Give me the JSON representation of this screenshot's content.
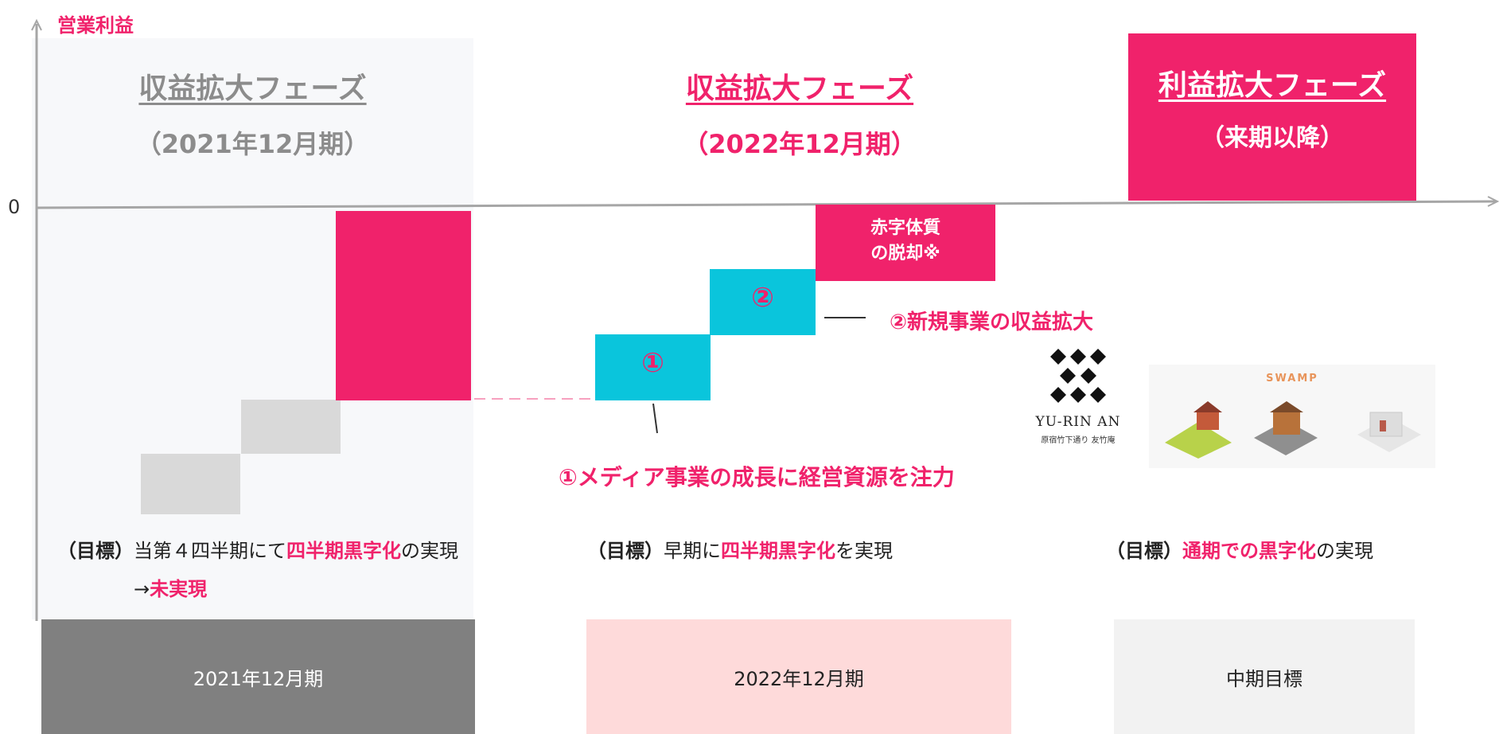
{
  "axis": {
    "y_label": "営業利益",
    "zero_label": "0"
  },
  "phases": [
    {
      "title": "収益拡大フェーズ",
      "period": "（2021年12月期）"
    },
    {
      "title": "収益拡大フェーズ",
      "period": "（2022年12月期）"
    },
    {
      "title": "利益拡大フェーズ",
      "period": "（来期以降）"
    }
  ],
  "labels": {
    "deficit": "赤字体質\nの脱却※",
    "step1_num": "①",
    "step2_num": "②",
    "step1_text": "①メディア事業の成長に経営資源を注力",
    "step2_text": "②新規事業の収益拡大"
  },
  "logos": {
    "yurinan_name": "YU-RIN AN",
    "yurinan_sub": "原宿竹下通り 友竹庵",
    "swamp": "SWAMP"
  },
  "goals": {
    "g1_prefix": "（目標）",
    "g1_a": "当第４四半期にて",
    "g1_b": "四半期黒字化",
    "g1_c": "の実現",
    "g1_line2_arrow": "→",
    "g1_line2_b": "未実現",
    "g2_prefix": "（目標）",
    "g2_a": "早期に",
    "g2_b": "四半期黒字化",
    "g2_c": "を実現",
    "g3_prefix": "（目標）",
    "g3_b": "通期での黒字化",
    "g3_c": "の実現"
  },
  "tabs": [
    "2021年12月期",
    "2022年12月期",
    "中期目標"
  ],
  "colors": {
    "accent": "#f0226b",
    "cyan": "#0ac5dc",
    "gray_bar": "#d9d9d9"
  }
}
